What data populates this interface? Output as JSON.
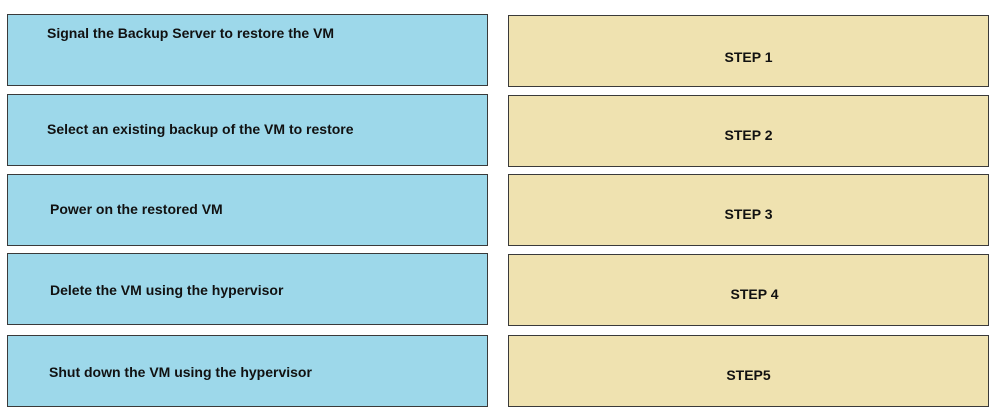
{
  "actions": [
    {
      "label": "Signal the Backup Server to restore the VM"
    },
    {
      "label": "Select an existing backup of the VM to restore"
    },
    {
      "label": "Power on the restored VM"
    },
    {
      "label": "Delete the VM using the hypervisor"
    },
    {
      "label": "Shut down the VM using the hypervisor"
    }
  ],
  "steps": [
    {
      "label": "STEP 1"
    },
    {
      "label": "STEP 2"
    },
    {
      "label": "STEP 3"
    },
    {
      "label": "STEP 4"
    },
    {
      "label": "STEP5"
    }
  ],
  "colors": {
    "action_box": "#9dd8ea",
    "step_box": "#efe2b0",
    "border": "#3a3a3a"
  }
}
